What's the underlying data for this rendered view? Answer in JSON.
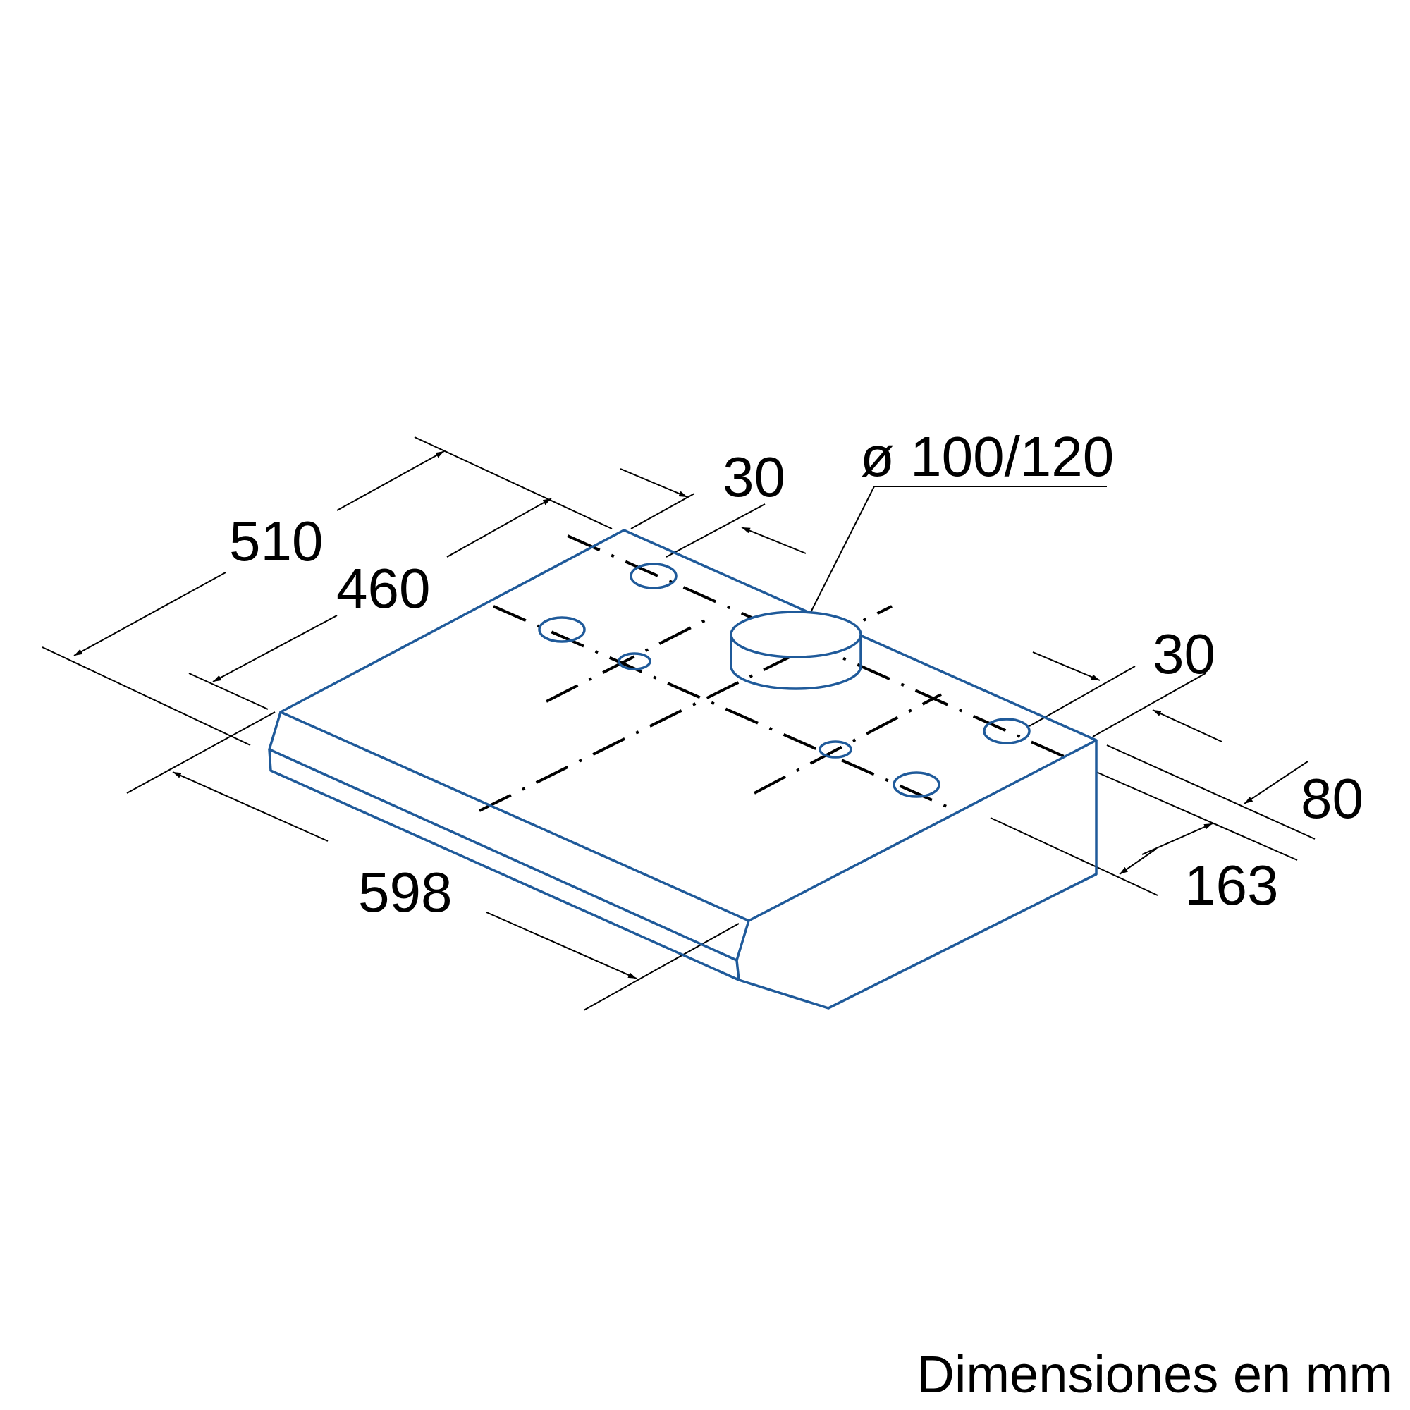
{
  "dimensions": {
    "width": "598",
    "depth_outer": "510",
    "depth_inner": "460",
    "top_offset": "30",
    "right_offset": "30",
    "duct_diameter": "ø 100/120",
    "height_front": "80",
    "height_back": "163"
  },
  "caption": "Dimensiones en mm",
  "colors": {
    "outline": "#1f5a9a",
    "dimension_lines": "#000000",
    "background": "#ffffff"
  }
}
